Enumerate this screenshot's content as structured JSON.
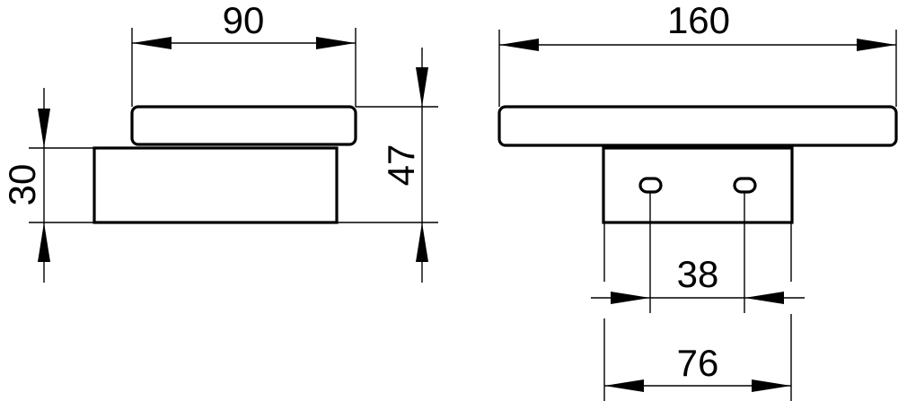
{
  "drawing": {
    "views": [
      {
        "id": "side-view",
        "parts": [
          "top-plate",
          "base-block"
        ],
        "dimensions": {
          "width_top": "90",
          "height_base": "30",
          "height_total": "47"
        }
      },
      {
        "id": "front-view",
        "parts": [
          "top-plate",
          "wall-bracket",
          "mounting-slot-left",
          "mounting-slot-right"
        ],
        "dimensions": {
          "width_top": "160",
          "hole_spacing": "38",
          "bracket_width": "76"
        }
      }
    ],
    "units": "mm",
    "colors": {
      "line": "#000000",
      "background": "#ffffff"
    }
  }
}
